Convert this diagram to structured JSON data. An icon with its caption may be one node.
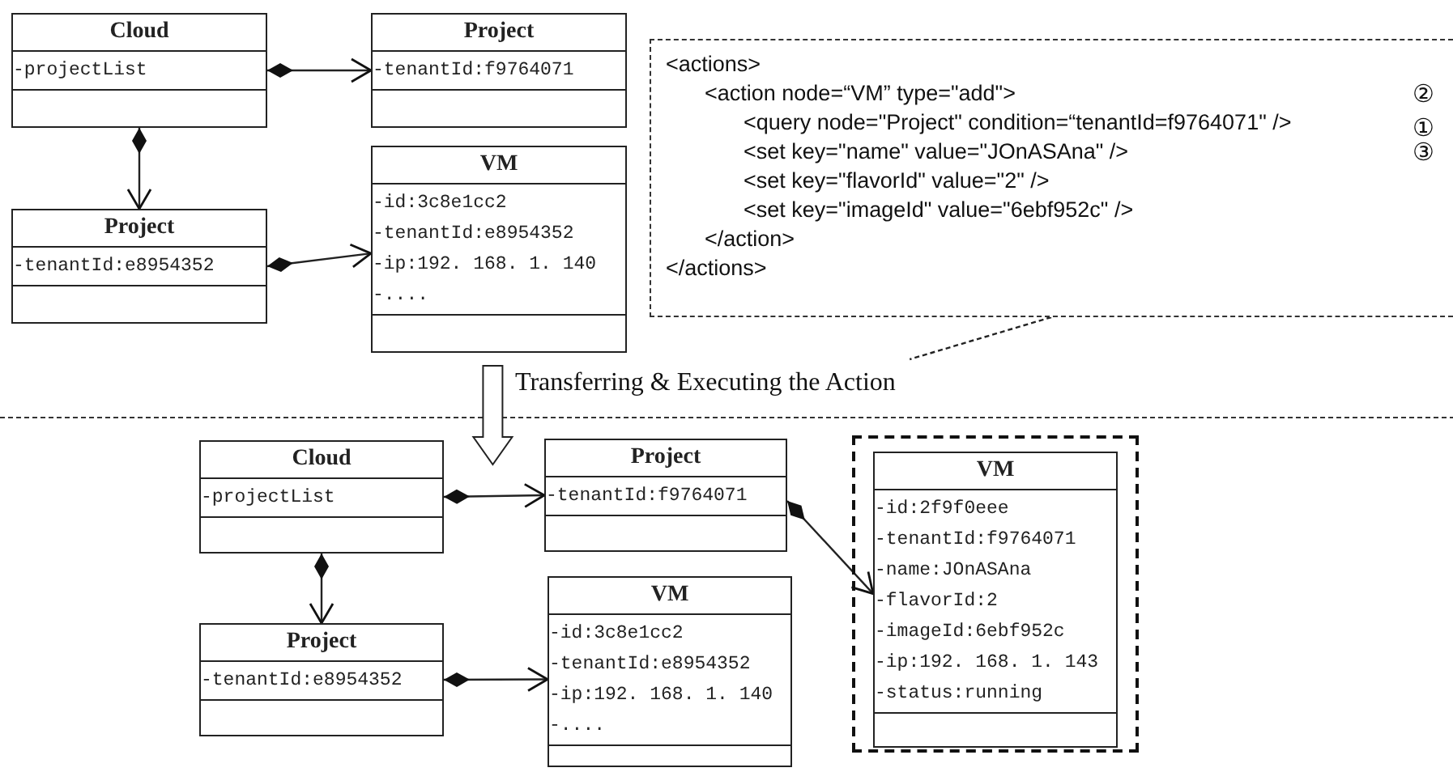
{
  "diagram": {
    "nodes": [
      {
        "text": [
          "Cloud",
          "-projectList"
        ]
      },
      {
        "text": [
          "Project",
          "-tenantId:f9764071"
        ]
      },
      {
        "text": [
          "Project",
          "-tenantId:e8954352"
        ]
      },
      {
        "text": [
          "VM",
          "-id:3c8e1cc2",
          "-tenantId:e8954352",
          "-ip:192. 168. 1. 140",
          "-...."
        ]
      },
      {
        "text": [
          "<actions>",
          "<action node=“VM” type=\"add\">",
          "②",
          "<query node=\"Project\" condition=“tenantId=f9764071\" />",
          "①",
          "<set key=\"name\" value=\"JOnASAna\" />",
          "③",
          "<set key=\"flavorId\" value=\"2\" />",
          "<set key=\"imageId\" value=\"6ebf952c\" />",
          "</action>",
          "</actions>"
        ]
      },
      {
        "text": [
          "Transferring & Executing the Action"
        ]
      },
      {
        "text": [
          "Cloud",
          "-projectList"
        ]
      },
      {
        "text": [
          "Project",
          "-tenantId:f9764071"
        ]
      },
      {
        "text": [
          "Project",
          "-tenantId:e8954352"
        ]
      },
      {
        "text": [
          "VM",
          "-id:3c8e1cc2",
          "-tenantId:e8954352",
          "-ip:192. 168. 1. 140",
          "-...."
        ]
      },
      {
        "text": [],
        "shape": "box"
      },
      {
        "text": [
          "VM",
          "-id:2f9f0eee",
          "-tenantId:f9764071",
          "-name:JOnASAna",
          "-flavorId:2",
          "-imageId:6ebf952c",
          "-ip:192. 168. 1. 143",
          "-status:running"
        ],
        "in": 10
      }
    ],
    "edges": [
      {
        "from": 0,
        "to": 1,
        "arrow": "to"
      },
      {
        "from": 0,
        "to": 2,
        "arrow": "to"
      },
      {
        "from": 2,
        "to": 3,
        "arrow": "to"
      },
      {
        "from": 4,
        "to": 5,
        "arrow": "none",
        "style": "dashed"
      },
      {
        "from": 6,
        "to": 7,
        "arrow": "to"
      },
      {
        "from": 6,
        "to": 8,
        "arrow": "to"
      },
      {
        "from": 8,
        "to": 9,
        "arrow": "to"
      },
      {
        "from": 7,
        "to": 11,
        "arrow": "to"
      },
      {
        "from": 3,
        "to": null,
        "arrow": "to",
        "style": "thick"
      }
    ]
  }
}
